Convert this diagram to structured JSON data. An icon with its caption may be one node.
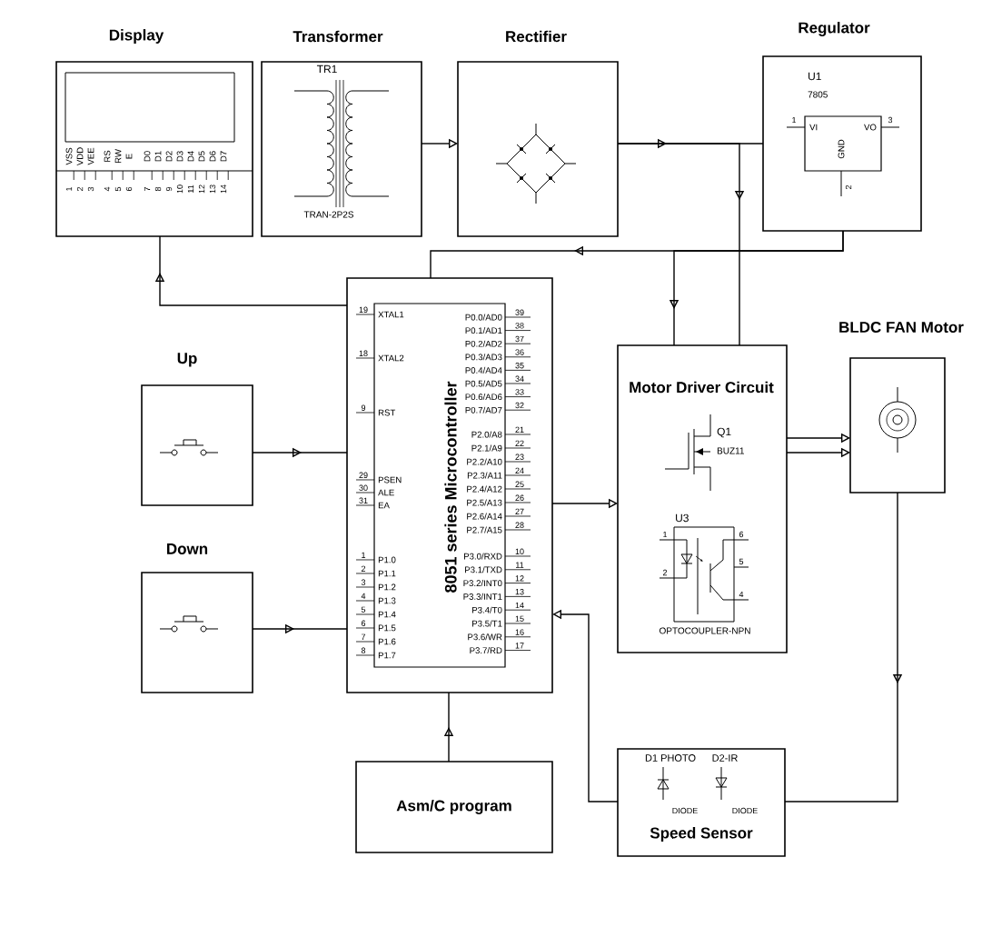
{
  "diagram": {
    "nodes": [
      {
        "text": [
          "Display"
        ]
      },
      {
        "text": [
          "Transformer"
        ]
      },
      {
        "text": [
          "Rectifier"
        ]
      },
      {
        "text": [
          "Regulator"
        ]
      },
      {
        "text": [
          "8051 series Microcontroller"
        ]
      },
      {
        "text": [
          "Up"
        ]
      },
      {
        "text": [
          "Down"
        ]
      },
      {
        "text": [
          "Motor Driver Circuit"
        ]
      },
      {
        "text": [
          "BLDC FAN Motor"
        ]
      },
      {
        "text": [
          "Asm/C program"
        ]
      },
      {
        "text": [
          "Speed Sensor"
        ]
      }
    ],
    "edges": [
      {
        "from": 1,
        "to": 2,
        "arrow": "to"
      },
      {
        "from": 2,
        "to": 3,
        "arrow": "to"
      },
      {
        "from": 2,
        "to": 7,
        "arrow": "to"
      },
      {
        "from": 3,
        "to": 4,
        "arrow": "to"
      },
      {
        "from": 3,
        "to": 7,
        "arrow": "to"
      },
      {
        "from": 4,
        "to": 0,
        "arrow": "to"
      },
      {
        "from": 5,
        "to": 4,
        "arrow": "to"
      },
      {
        "from": 6,
        "to": 4,
        "arrow": "to"
      },
      {
        "from": 4,
        "to": 7,
        "arrow": "to"
      },
      {
        "from": 10,
        "to": 4,
        "arrow": "to"
      },
      {
        "from": 7,
        "to": 8,
        "arrow": "to"
      },
      {
        "from": 7,
        "to": 8,
        "arrow": "to"
      },
      {
        "from": 8,
        "to": 10,
        "arrow": "to"
      },
      {
        "from": 9,
        "to": 4,
        "arrow": "to"
      }
    ],
    "labels": [
      "VSS",
      "VDD",
      "VEE",
      "RS",
      "RW",
      "E",
      "D0",
      "D1",
      "D2",
      "D3",
      "D4",
      "D5",
      "D6",
      "D7",
      "1",
      "2",
      "3",
      "4",
      "5",
      "6",
      "7",
      "8",
      "9",
      "10",
      "11",
      "12",
      "13",
      "14",
      "TR1",
      "TRAN-2P2S",
      "U1",
      "7805",
      "1",
      "VI",
      "VO",
      "3",
      "GND",
      "2",
      "19",
      "XTAL1",
      "18",
      "XTAL2",
      "9",
      "RST",
      "29",
      "PSEN",
      "30",
      "ALE",
      "31",
      "EA",
      "1",
      "P1.0",
      "2",
      "P1.1",
      "3",
      "P1.2",
      "4",
      "P1.3",
      "5",
      "P1.4",
      "6",
      "P1.5",
      "7",
      "P1.6",
      "8",
      "P1.7",
      "P0.0/AD0",
      "39",
      "P0.1/AD1",
      "38",
      "P0.2/AD2",
      "37",
      "P0.3/AD3",
      "36",
      "P0.4/AD4",
      "35",
      "P0.5/AD5",
      "34",
      "P0.6/AD6",
      "33",
      "P0.7/AD7",
      "32",
      "P2.0/A8",
      "21",
      "P2.1/A9",
      "22",
      "P2.2/A10",
      "23",
      "P2.3/A11",
      "24",
      "P2.4/A12",
      "25",
      "P2.5/A13",
      "26",
      "P2.6/A14",
      "27",
      "P2.7/A15",
      "28",
      "P3.0/RXD",
      "10",
      "P3.1/TXD",
      "11",
      "P3.2/INT0",
      "12",
      "P3.3/INT1",
      "13",
      "P3.4/T0",
      "14",
      "P3.5/T1",
      "15",
      "P3.6/WR",
      "16",
      "P3.7/RD",
      "17",
      "Q1",
      "BUZ11",
      "U3",
      "1",
      "2",
      "6",
      "5",
      "4",
      "OPTOCOUPLER-NPN",
      "D1 PHOTO",
      "D2-IR",
      "DIODE",
      "DIODE"
    ]
  }
}
